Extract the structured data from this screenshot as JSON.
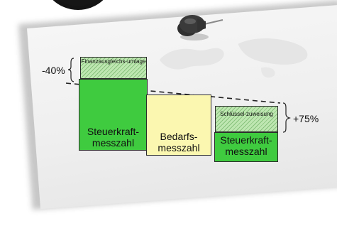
{
  "left_column": {
    "top_label": "Finanzausgleichs-umlage",
    "base_label": "Steuerkraft-messzahl",
    "percent": "-40%"
  },
  "middle_column": {
    "label": "Bedarfs-messzahl"
  },
  "right_column": {
    "top_label": "Schlüssel-zuweisung",
    "base_label": "Steuerkraft-messzahl",
    "percent": "+75%"
  },
  "colors": {
    "green": "#3fcb3f",
    "hatch": "#bfe7b2",
    "pale_yellow": "#fbf7b0",
    "paper": "#f2f2f2",
    "pin": "#3a3a3a",
    "logo_yellow": "#f0d21c"
  }
}
